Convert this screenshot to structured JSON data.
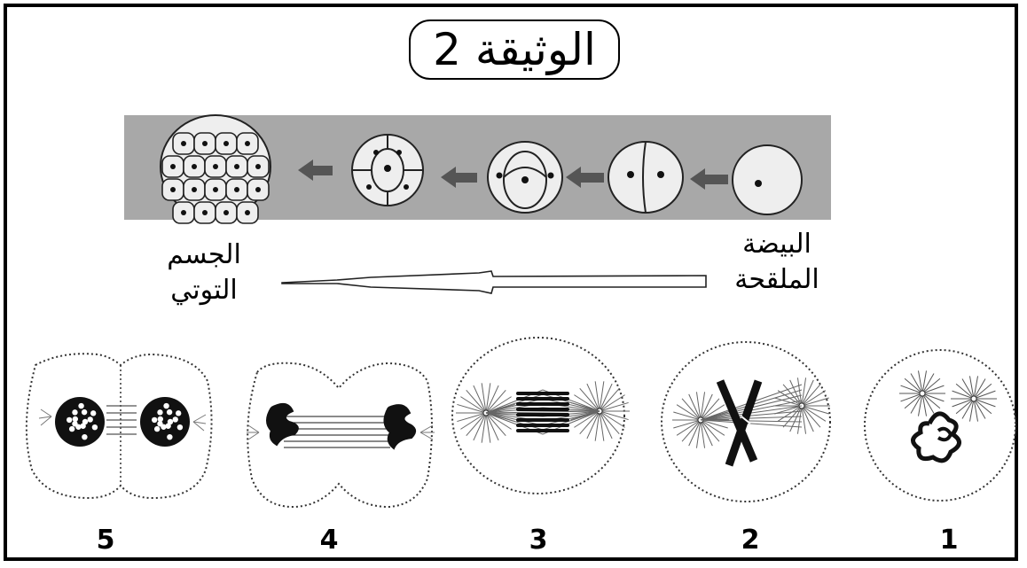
{
  "title": "الوثيقة 2",
  "labels": {
    "fertilized_egg": "البيضة الملقحة",
    "blastula": "الجسم التوتي"
  },
  "phase_numbers": [
    "1",
    "2",
    "3",
    "4",
    "5"
  ],
  "colors": {
    "band": "#a8a8a8",
    "cell_fill": "#eeeeee",
    "arrow": "#555555"
  }
}
